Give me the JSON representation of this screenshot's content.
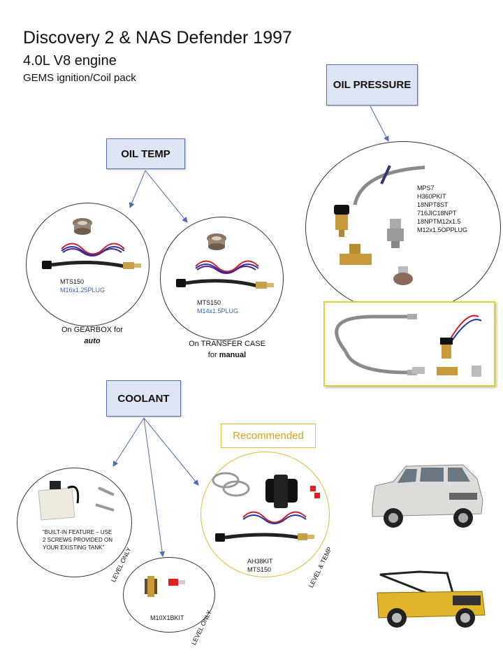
{
  "title": {
    "line1": "Discovery 2 & NAS Defender 1997",
    "line2": "4.0L V8 engine",
    "line3": "GEMS ignition/Coil pack"
  },
  "headers": {
    "oil_temp": "OIL TEMP",
    "oil_pressure": "OIL PRESSURE",
    "coolant": "COOLANT"
  },
  "oil_temp": {
    "gearbox": {
      "part1": "MTS150",
      "part2": "M16x1.25PLUG",
      "caption_line1": "On GEARBOX  for",
      "caption_line2": "auto"
    },
    "transfer": {
      "part1": "MTS150",
      "part2": "M14x1.5PLUG",
      "caption_line1": "On TRANSFER  CASE",
      "caption_line2_prefix": "for ",
      "caption_line2_bold": "manual"
    }
  },
  "oil_pressure": {
    "parts": [
      "MPS7",
      "H360PKIT",
      "18NPT8ST",
      "716JIC18NPT",
      "18NPTM12x1.5",
      "M12x1.5OPPLUG"
    ]
  },
  "coolant": {
    "builtin": {
      "note": "“BUILT-IN FEATURE – USE 2 SCREWS PROVIDED ON YOUR EXISTING TANK”",
      "side_label": "LEVEL  ONLY"
    },
    "m10": {
      "part": "M10X1BKIT",
      "side_label": "LEVEL  ONLY"
    },
    "recommended": {
      "label": "Recommended",
      "part1": "AH38KIT",
      "part2": "MTS150",
      "side_label": "LEVEL  &  TEMP"
    }
  },
  "colors": {
    "header_fill": "#dde4f2",
    "header_border": "#5a72a6",
    "arrow": "#4a6bb5",
    "part_blue": "#3b62ad",
    "recommended": "#e4b83c",
    "photo_border": "#d9d535"
  }
}
